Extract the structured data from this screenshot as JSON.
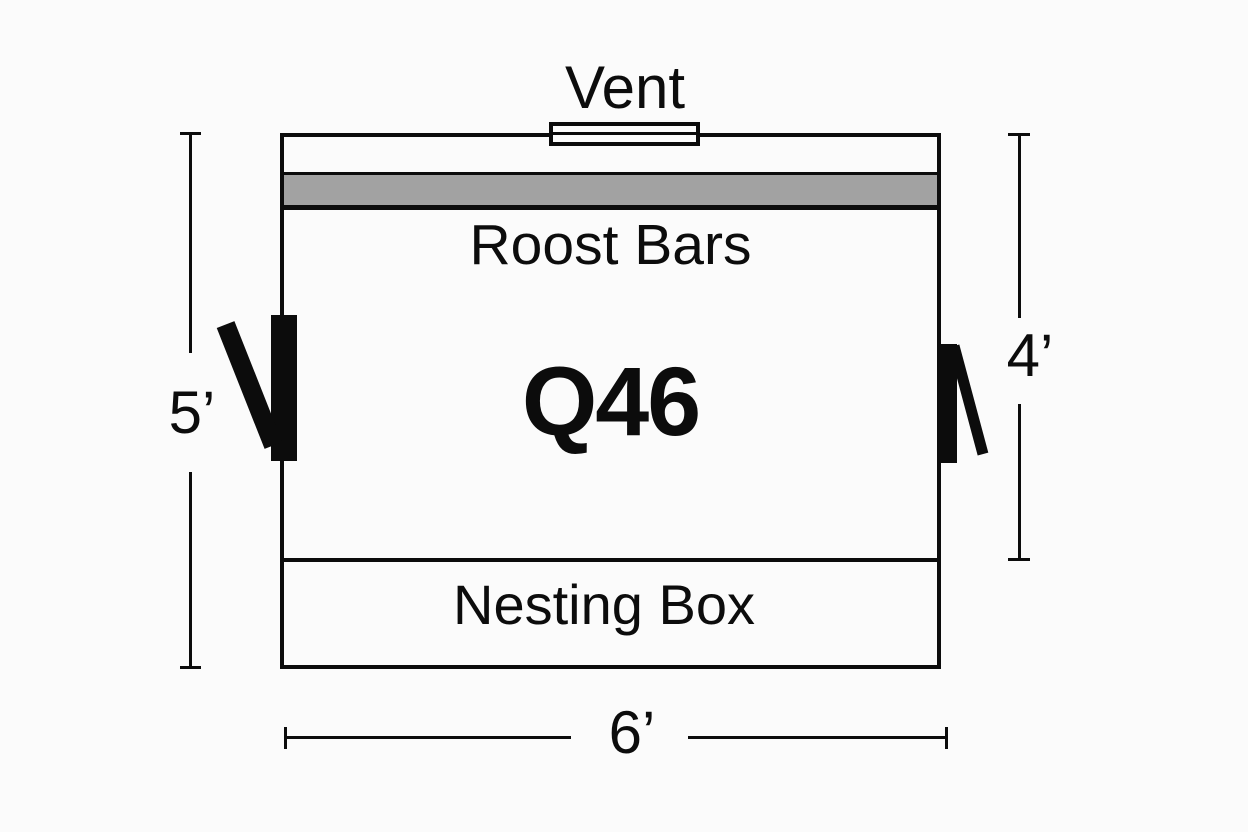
{
  "coop": {
    "id_label": "Q46",
    "vent_label": "Vent",
    "roost_label": "Roost Bars",
    "nesting_label": "Nesting Box"
  },
  "dimensions": {
    "left_height": "5’",
    "right_height": "4’",
    "bottom_width": "6’"
  },
  "colors": {
    "ink": "#0c0c0c",
    "band": "#a2a2a2",
    "background": "#fbfbfb"
  }
}
